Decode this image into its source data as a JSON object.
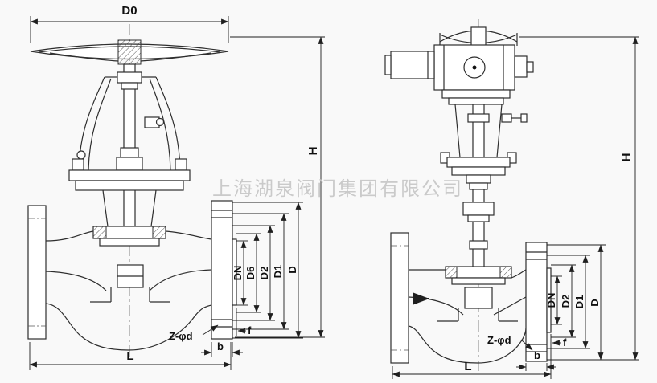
{
  "watermark": "上海湖泉阀门集团有限公司",
  "left_valve": {
    "dims": {
      "d0": "D0",
      "h": "H",
      "dn": "DN",
      "d6": "D6",
      "d2": "D2",
      "d1": "D1",
      "d": "D",
      "l": "L",
      "z": "Z-φd",
      "b": "b",
      "f": "f"
    }
  },
  "right_valve": {
    "dims": {
      "h": "H",
      "dn": "DN",
      "d2": "D2",
      "d1": "D1",
      "d": "D",
      "l": "L",
      "z": "Z-φd",
      "b": "b",
      "f": "f"
    }
  }
}
